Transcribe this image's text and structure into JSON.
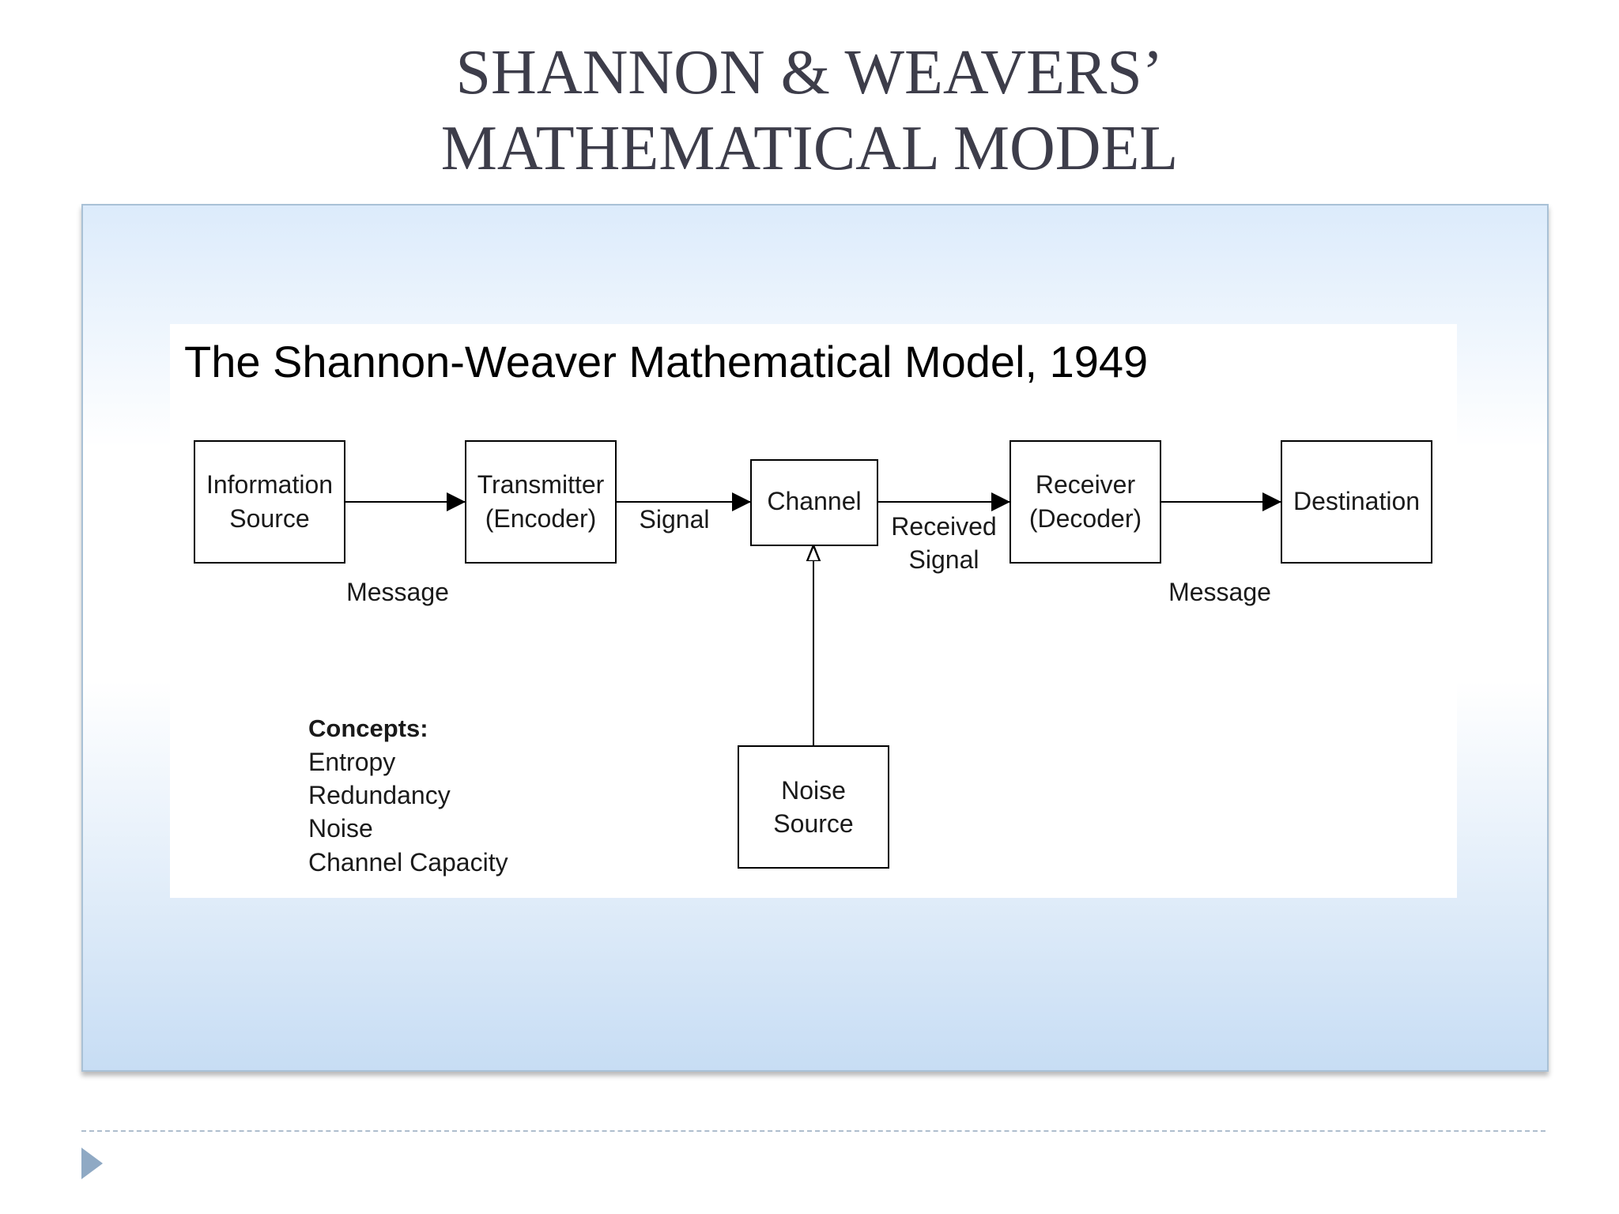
{
  "slide": {
    "title_line_1": "SHANNON & WEAVERS’",
    "title_line_2": "MATHEMATICAL MODEL"
  },
  "diagram": {
    "title": "The Shannon-Weaver Mathematical Model, 1949",
    "nodes": {
      "information_source": [
        "Information",
        "Source"
      ],
      "transmitter": [
        "Transmitter",
        "(Encoder)"
      ],
      "channel": [
        "Channel"
      ],
      "receiver": [
        "Receiver",
        "(Decoder)"
      ],
      "destination": [
        "Destination"
      ],
      "noise_source": [
        "Noise",
        "Source"
      ]
    },
    "edge_labels": {
      "message_out": "Message",
      "signal": "Signal",
      "received_signal": [
        "Received",
        "Signal"
      ],
      "message_in": "Message"
    },
    "concepts": {
      "heading": "Concepts:",
      "items": [
        "Entropy",
        "Redundancy",
        "Noise",
        "Channel Capacity"
      ]
    }
  },
  "colors": {
    "title_text": "#3d3d4a",
    "panel_border": "#a9c1d6",
    "panel_top": "#dcebfb",
    "panel_bottom": "#c7ddf4",
    "nav_arrow": "#8fa9c4"
  },
  "icons": {
    "nav": "nav-triangle-icon"
  }
}
